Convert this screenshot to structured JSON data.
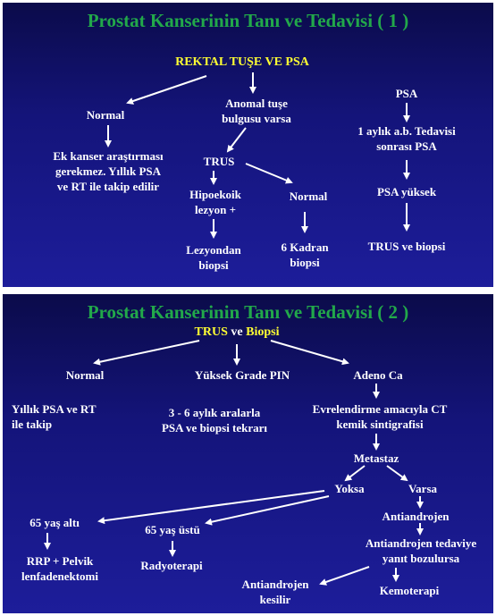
{
  "slide1": {
    "title": "Prostat Kanserinin Tanı ve Tedavisi ( 1 )",
    "root": "REKTAL TUŞE VE PSA",
    "normal": "Normal",
    "normal_note": [
      "Ek kanser araştırması",
      "gerekmez. Yıllık PSA",
      "ve RT ile takip edilir"
    ],
    "anomal": [
      "Anomal tuşe",
      "bulgusu varsa"
    ],
    "trus": "TRUS",
    "hipoekoik": [
      "Hipoekoik",
      "lezyon +"
    ],
    "trus_normal": "Normal",
    "lezyon_biopsi": [
      "Lezyondan",
      "biopsi"
    ],
    "kadran_biopsi": [
      "6 Kadran",
      "biopsi"
    ],
    "psa": "PSA",
    "ab_tedavi": [
      "1 aylık a.b. Tedavisi",
      "sonrası PSA"
    ],
    "psa_yuksek": "PSA yüksek",
    "trus_biopsi": "TRUS ve biopsi"
  },
  "slide2": {
    "title": "Prostat Kanserinin Tanı ve Tedavisi ( 2 )",
    "root_a": "TRUS ",
    "root_b": "ve",
    "root_c": " Biopsi",
    "normal": "Normal",
    "normal_note": [
      "Yıllık PSA ve RT",
      "ile takip"
    ],
    "pin": "Yüksek Grade PIN",
    "pin_note": [
      "3 - 6 aylık aralarla",
      "PSA ve biopsi tekrarı"
    ],
    "adeno": "Adeno Ca",
    "evreleme": [
      "Evrelendirme amacıyla CT",
      "kemik sintigrafisi"
    ],
    "metastaz": "Metastaz",
    "yoksa": "Yoksa",
    "varsa": "Varsa",
    "alti": "65 yaş altı",
    "ustu": "65 yaş üstü",
    "rrp": [
      "RRP  +  Pelvik",
      "lenfadenektomi"
    ],
    "radyoterapi": "Radyoterapi",
    "antiandrojen": "Antiandrojen",
    "bozulma": [
      "Antiandrojen tedaviye",
      "yanıt bozulursa"
    ],
    "kesilir": [
      "Antiandrojen",
      "kesilir"
    ],
    "kemoterapi": "Kemoterapi"
  }
}
